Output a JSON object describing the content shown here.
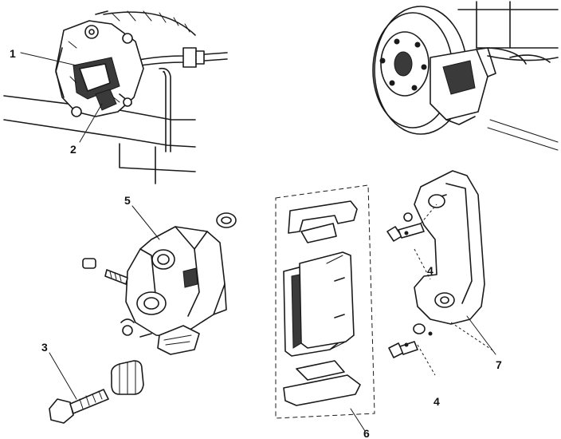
{
  "callouts": {
    "c1": "1",
    "c2": "2",
    "c3": "3",
    "c4a": "4",
    "c4b": "4",
    "c5": "5",
    "c6": "6",
    "c7": "7"
  }
}
